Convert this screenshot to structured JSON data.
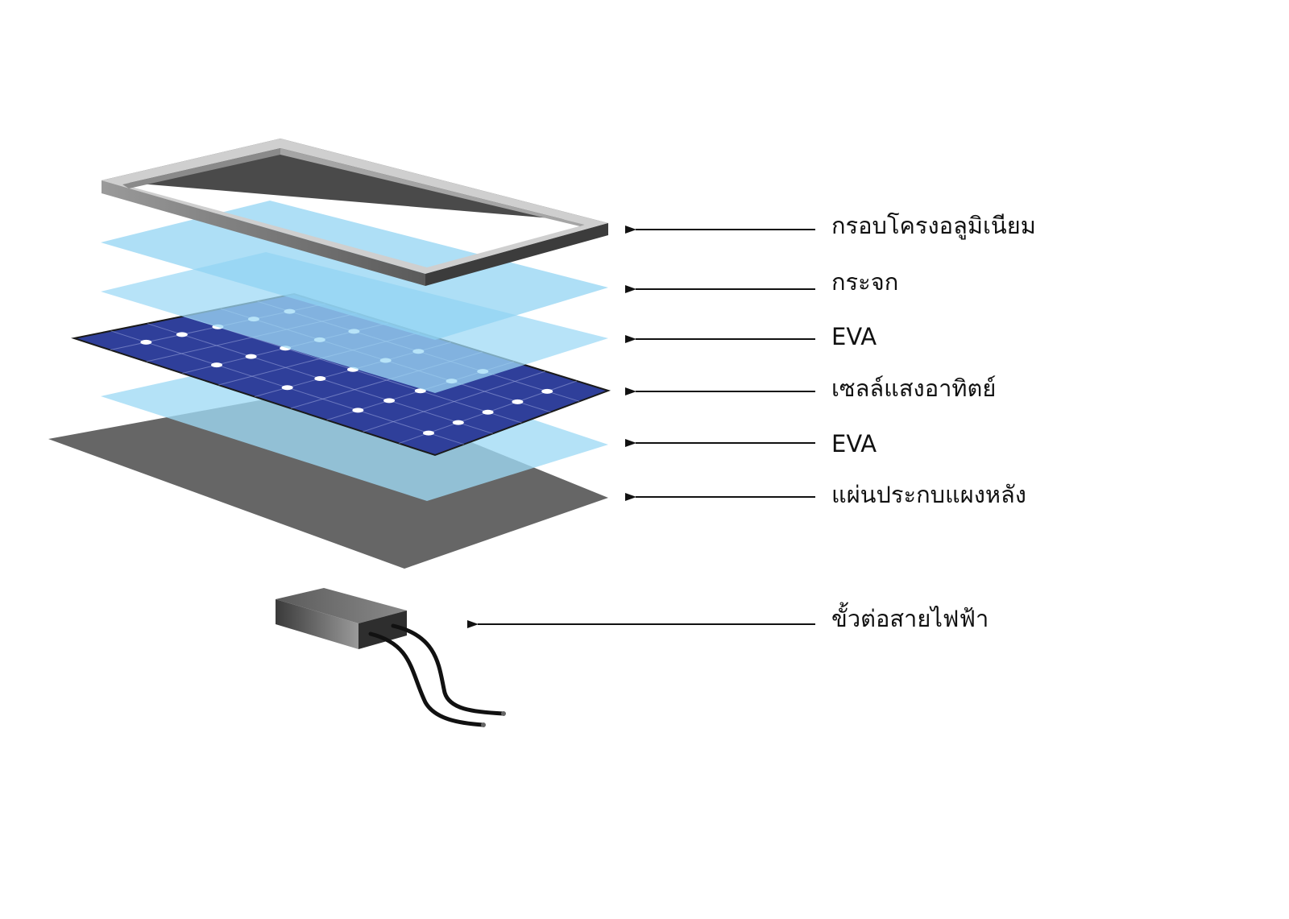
{
  "diagram": {
    "layers": [
      {
        "id": "frame",
        "label": "กรอบโครงอลูมิเนียม"
      },
      {
        "id": "glass",
        "label": "กระจก"
      },
      {
        "id": "eva_top",
        "label": "EVA"
      },
      {
        "id": "cells",
        "label": "เซลล์แสงอาทิตย์"
      },
      {
        "id": "eva_bot",
        "label": "EVA"
      },
      {
        "id": "back",
        "label": "แผ่นประกบแผงหลัง"
      },
      {
        "id": "jbox",
        "label": "ขั้วต่อสายไฟฟ้า"
      }
    ],
    "colors": {
      "frame_light": "#c8c8c8",
      "frame_dark": "#4a4a4a",
      "glass": "#8fd3f2",
      "eva": "#9fdaf5",
      "cell": "#2f3f9a",
      "backsheet": "#666666",
      "arrow": "#111111"
    }
  }
}
